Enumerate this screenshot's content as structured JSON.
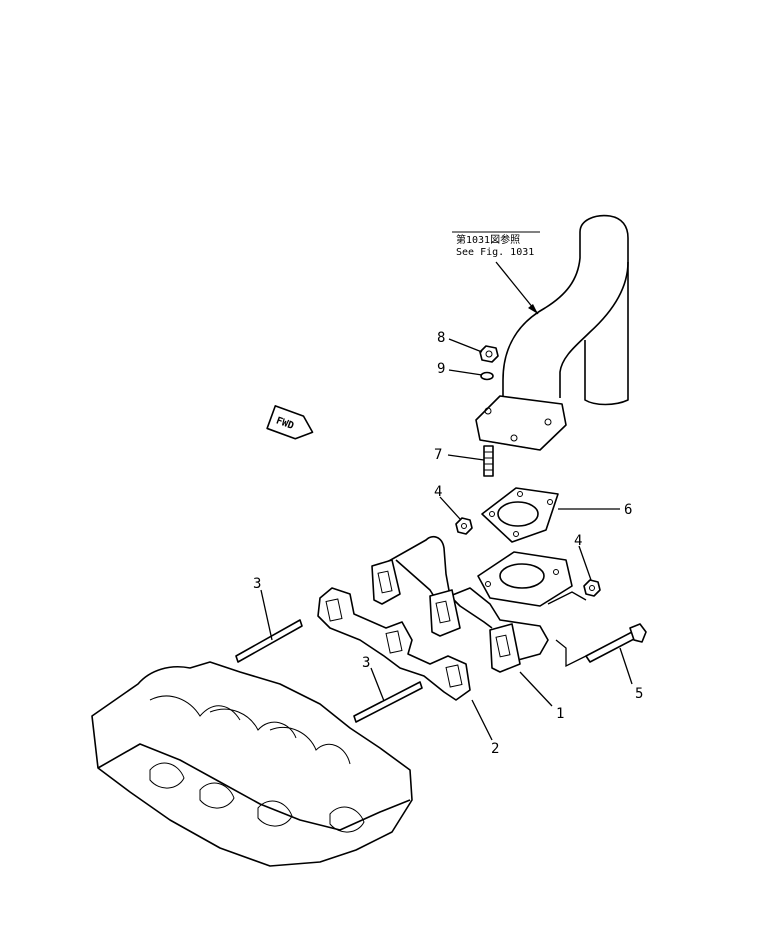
{
  "reference_note": {
    "line1": "第1031図参照",
    "line2": "See Fig. 1031"
  },
  "fwd_marker": "FWD",
  "callouts": {
    "c1": "1",
    "c2": "2",
    "c3a": "3",
    "c3b": "3",
    "c4a": "4",
    "c4b": "4",
    "c5": "5",
    "c6": "6",
    "c7": "7",
    "c8": "8",
    "c9": "9"
  }
}
